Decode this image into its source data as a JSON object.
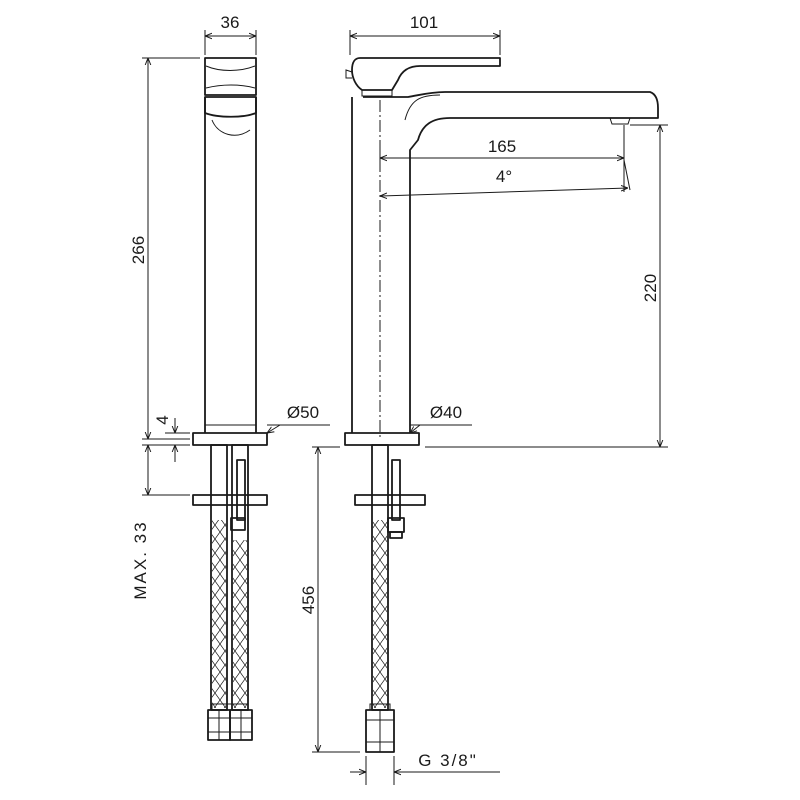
{
  "dimensions": {
    "body_width": "36",
    "handle_length": "101",
    "height_front": "266",
    "spout_reach": "165",
    "spout_angle": "4°",
    "spout_height": "220",
    "base_dia_front": "Ø50",
    "base_dia_side": "Ø40",
    "base_plate": "4",
    "max_thickness": "MAX. 33",
    "hose_length": "456",
    "thread": "G 3/8\""
  },
  "colors": {
    "line": "#1a1a1a",
    "background": "#ffffff"
  }
}
